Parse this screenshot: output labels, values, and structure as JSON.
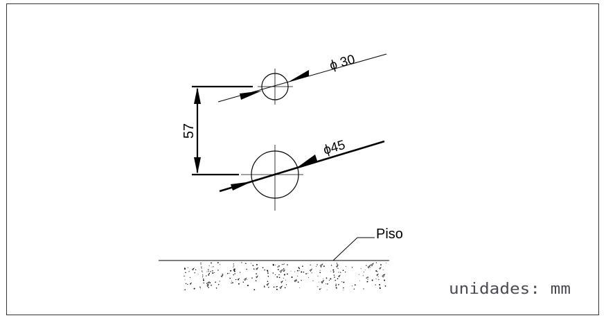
{
  "drawing": {
    "dim_small_hole": "ϕ 30",
    "dim_large_hole": "ϕ45",
    "dim_spacing": "57",
    "floor_label": "Piso",
    "units_note": "unidades: mm"
  },
  "colors": {
    "line": "#000000",
    "frame": "#333333",
    "units_text": "#4a4a52"
  }
}
